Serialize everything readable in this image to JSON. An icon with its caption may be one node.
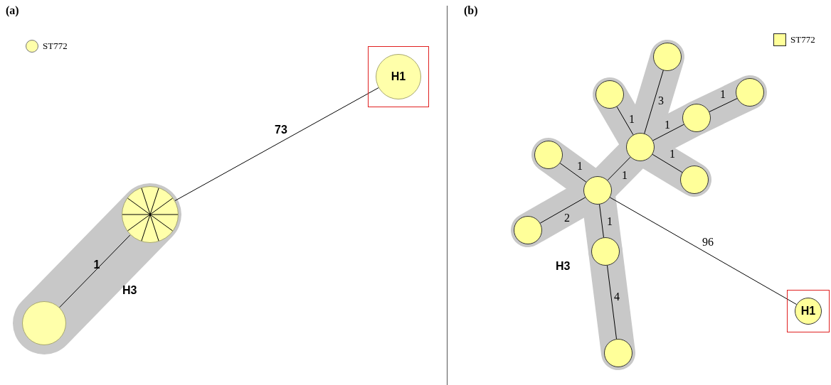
{
  "diagram": {
    "nodes": [
      {
        "text": [
          "H1"
        ]
      },
      {
        "text": [],
        "shape": "circle"
      },
      {
        "text": [],
        "shape": "circle"
      },
      {
        "text": [],
        "shape": "circle"
      },
      {
        "text": [],
        "shape": "circle"
      },
      {
        "text": [],
        "shape": "circle"
      },
      {
        "text": [],
        "shape": "circle"
      },
      {
        "text": [],
        "shape": "circle"
      },
      {
        "text": [],
        "shape": "circle"
      },
      {
        "text": [],
        "shape": "circle"
      },
      {
        "text": [],
        "shape": "circle"
      },
      {
        "text": [],
        "shape": "circle"
      },
      {
        "text": [],
        "shape": "circle"
      },
      {
        "text": [],
        "shape": "circle"
      },
      {
        "text": [
          "H1"
        ]
      }
    ],
    "edges": [
      {
        "from": 1,
        "to": 0,
        "arrow": "none",
        "label": "73"
      },
      {
        "from": 2,
        "to": 1,
        "arrow": "none",
        "label": "1"
      },
      {
        "from": 3,
        "to": 4,
        "arrow": "none",
        "label": "1"
      },
      {
        "from": 4,
        "to": 5,
        "arrow": "none",
        "label": "3"
      },
      {
        "from": 4,
        "to": 6,
        "arrow": "none",
        "label": "1"
      },
      {
        "from": 4,
        "to": 7,
        "arrow": "none",
        "label": "1"
      },
      {
        "from": 7,
        "to": 8,
        "arrow": "none",
        "label": "1"
      },
      {
        "from": 4,
        "to": 9,
        "arrow": "none",
        "label": "1"
      },
      {
        "from": 3,
        "to": 10,
        "arrow": "none",
        "label": "1"
      },
      {
        "from": 3,
        "to": 11,
        "arrow": "none",
        "label": "2"
      },
      {
        "from": 3,
        "to": 12,
        "arrow": "none",
        "label": "1"
      },
      {
        "from": 12,
        "to": 13,
        "arrow": "none",
        "label": "4"
      },
      {
        "from": 3,
        "to": 14,
        "arrow": "none",
        "label": "96"
      }
    ],
    "labels": [
      "(a)",
      "H3",
      "(b)",
      "H3"
    ],
    "legend": [
      {
        "text": "ST772"
      },
      {
        "text": "ST772"
      }
    ]
  }
}
